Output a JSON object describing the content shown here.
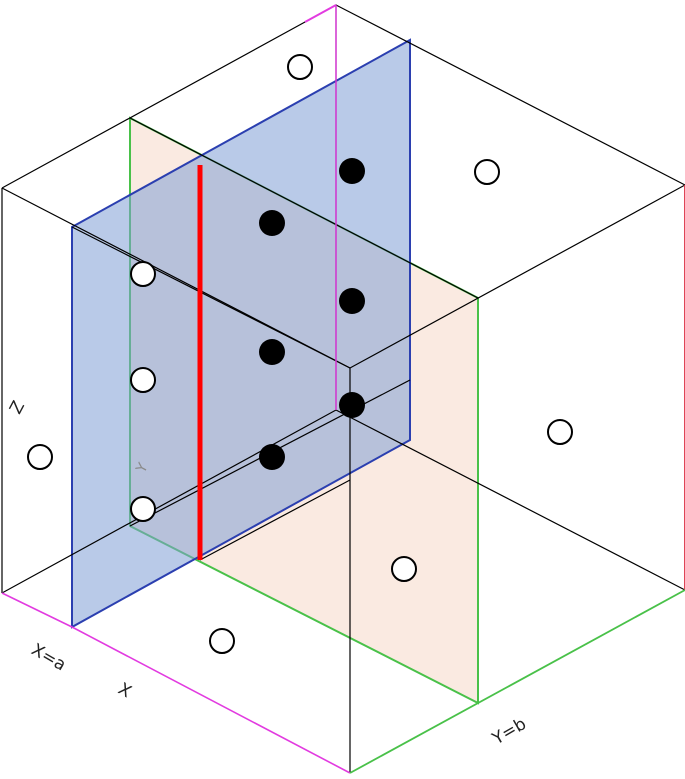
{
  "diagram": {
    "labels": {
      "z_axis": "Z",
      "y_inner": "Y",
      "x_eq_a": "X=a",
      "x_axis": "X",
      "y_eq_b": "Y=b"
    },
    "colors": {
      "cube_edges": "#000000",
      "blue_plane_fill": "#7f9fd6",
      "blue_plane_edge": "#2b3fb0",
      "peach_plane_fill": "#f6d9c9",
      "green_edge": "#49c149",
      "magenta_edge": "#e23be0",
      "red_edge": "#e0364a",
      "highlight_line": "#ff0000",
      "open_point": "#ffffff",
      "filled_point": "#000000"
    },
    "points": {
      "open_count": 9,
      "filled_count": 6
    }
  }
}
